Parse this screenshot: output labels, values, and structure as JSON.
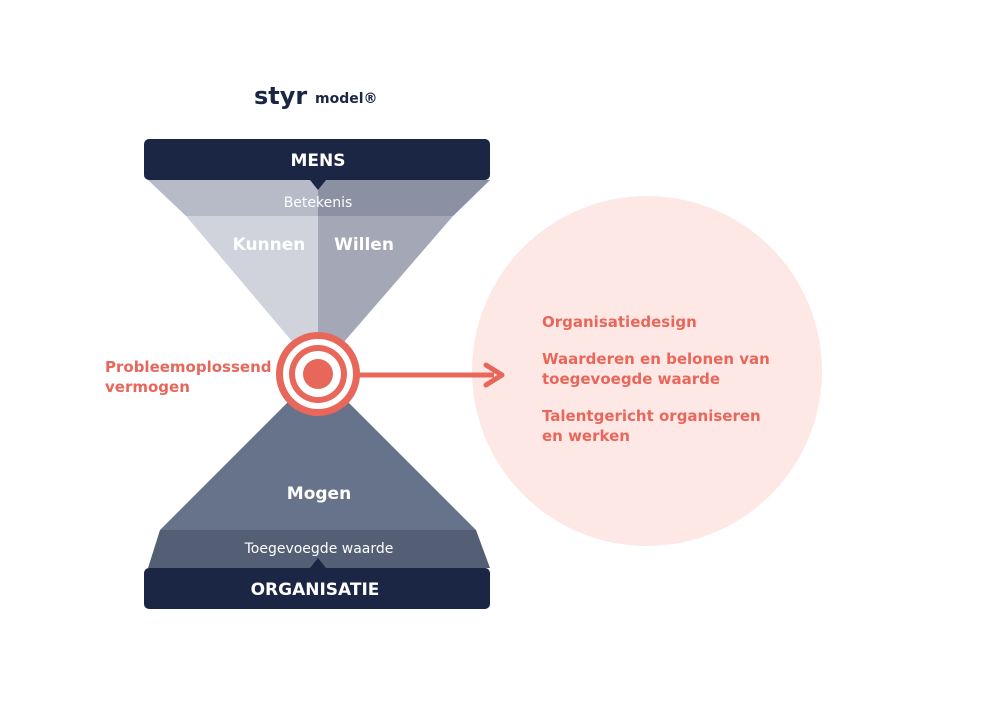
{
  "logo": {
    "brand": "styr",
    "suffix": "model®"
  },
  "top_bar": {
    "label": "MENS"
  },
  "upper_band": {
    "label": "Betekenis"
  },
  "upper_left": {
    "label": "Kunnen"
  },
  "upper_right": {
    "label": "Willen"
  },
  "lower_triangle": {
    "label": "Mogen"
  },
  "lower_band": {
    "label": "Toegevoegde waarde"
  },
  "bottom_bar": {
    "label": "ORGANISATIE"
  },
  "center_label": {
    "line1": "Probleemoplossend",
    "line2": "vermogen"
  },
  "circle_items": {
    "item1": "Organisatiedesign",
    "item2_line1": "Waarderen en belonen van",
    "item2_line2": "toegevoegde waarde",
    "item3_line1": "Talentgericht organiseren",
    "item3_line2": "en werken"
  },
  "colors": {
    "navy": "#1b2544",
    "accent": "#e8675b",
    "pink_circle": "#fde8e6"
  },
  "icons": {
    "target": "target-icon",
    "arrow": "arrow-right-icon"
  }
}
